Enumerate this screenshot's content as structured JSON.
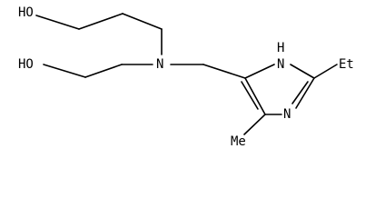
{
  "molecule": {
    "colors": {
      "stroke": "#000000",
      "background": "#ffffff"
    },
    "labels": {
      "oh_top": "HO",
      "oh_bottom": "HO",
      "nitrogen": "N",
      "ring_nh_n": "N",
      "ring_nh_h": "H",
      "ring_n": "N",
      "ethyl": "Et",
      "methyl": "Me"
    }
  }
}
